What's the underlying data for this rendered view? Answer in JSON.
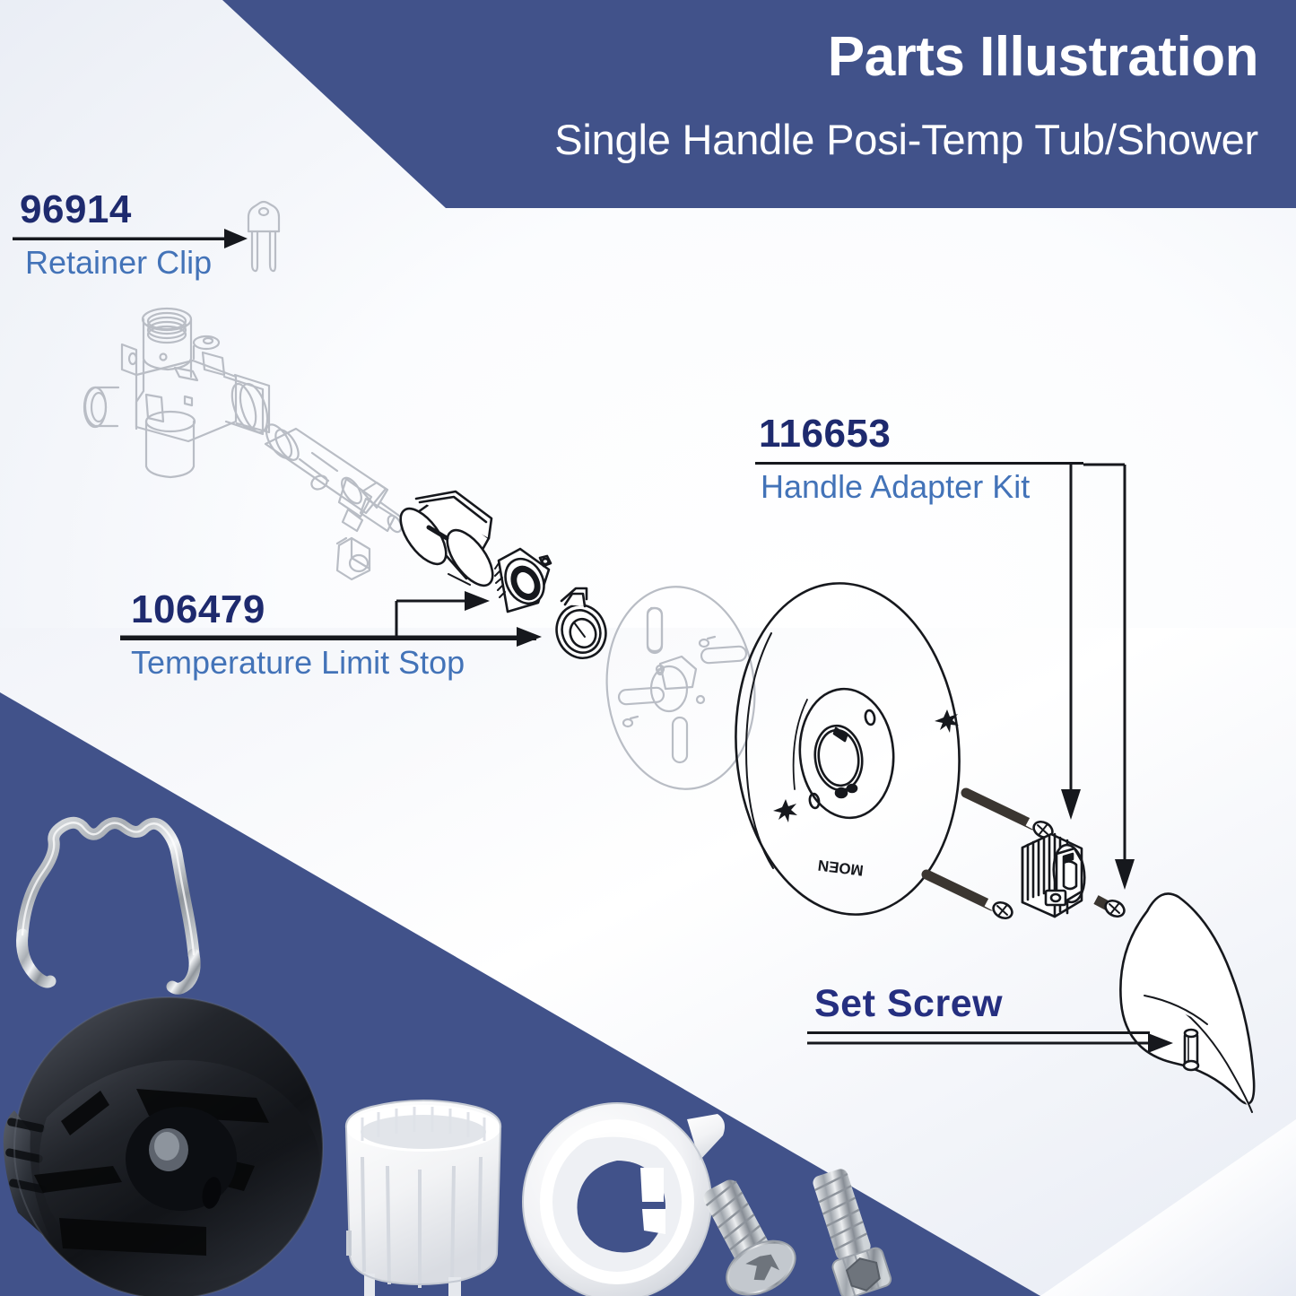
{
  "header": {
    "title": "Parts Illustration",
    "subtitle": "Single Handle Posi-Temp Tub/Shower",
    "background_color": "#41528a",
    "text_color": "#ffffff"
  },
  "colors": {
    "navy_band": "#41528a",
    "part_number": "#1e2a6e",
    "part_description": "#4373b8",
    "leader_line": "#16181d",
    "page_background": "#eef1f7",
    "lineart_light": "#b8bcc4",
    "lineart_dark": "#16181d"
  },
  "callouts": [
    {
      "id": "retainer-clip",
      "number": "96914",
      "description": "Retainer Clip",
      "arrow": "single-right"
    },
    {
      "id": "temperature-limit-stop",
      "number": "106479",
      "description": "Temperature Limit Stop",
      "arrow": "double-right-branch"
    },
    {
      "id": "handle-adapter-kit",
      "number": "116653",
      "description": "Handle Adapter Kit",
      "arrow": "double-down-branch"
    },
    {
      "id": "set-screw",
      "number": "Set Screw",
      "description": "",
      "arrow": "single-right"
    }
  ],
  "brand_mark": "MOEN",
  "diagram_parts": [
    {
      "name": "valve-body",
      "style": "light-lineart"
    },
    {
      "name": "cartridge",
      "style": "light-lineart"
    },
    {
      "name": "cartridge-clip",
      "style": "light-lineart"
    },
    {
      "name": "handle-stop-tube",
      "style": "dark-lineart"
    },
    {
      "name": "temperature-limit-stop-ring",
      "style": "dark-lineart"
    },
    {
      "name": "temperature-limit-stop-cap",
      "style": "dark-lineart"
    },
    {
      "name": "escutcheon-mounting-plate",
      "style": "light-lineart"
    },
    {
      "name": "escutcheon-trim-plate",
      "style": "dark-lineart"
    },
    {
      "name": "mounting-screw-long-upper",
      "style": "dark-lineart"
    },
    {
      "name": "mounting-screw-long-lower",
      "style": "dark-lineart"
    },
    {
      "name": "handle-adapter",
      "style": "dark-lineart"
    },
    {
      "name": "adapter-screw",
      "style": "dark-lineart"
    },
    {
      "name": "lever-handle",
      "style": "dark-lineart"
    },
    {
      "name": "set-screw-pin",
      "style": "dark-lineart"
    }
  ],
  "photo_parts": [
    {
      "name": "retainer-clip-photo",
      "material": "stainless-steel"
    },
    {
      "name": "handle-adapter-photo",
      "material": "black-plastic"
    },
    {
      "name": "temperature-limit-stop-photo",
      "material": "white-plastic"
    },
    {
      "name": "limit-stop-cap-photo",
      "material": "white-plastic"
    },
    {
      "name": "phillips-screw-photo",
      "material": "stainless-steel"
    },
    {
      "name": "hex-socket-screw-photo",
      "material": "stainless-steel"
    }
  ]
}
